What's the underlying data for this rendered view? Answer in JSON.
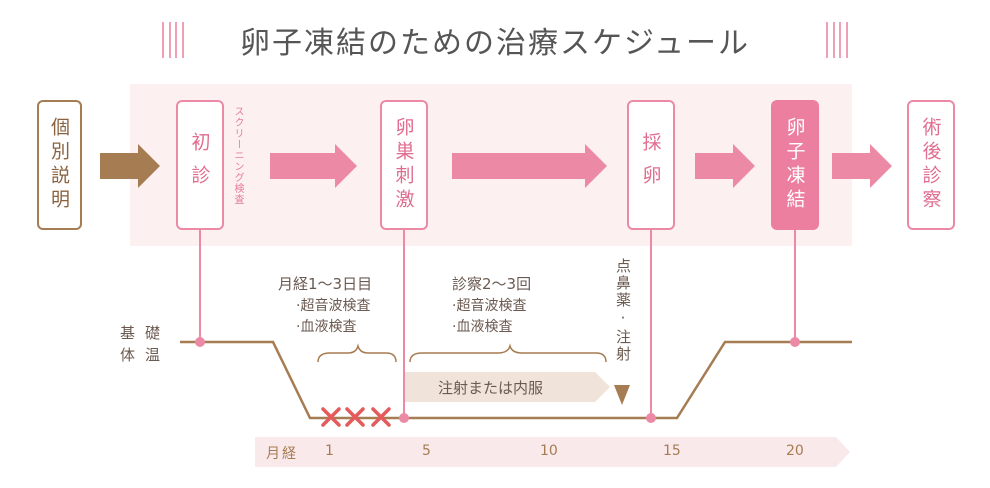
{
  "title": "卵子凍結のための治療スケジュール",
  "steps": {
    "explanation": "個別説明",
    "first_visit": "初診",
    "screening": "スクリーニング検査",
    "stimulation": "卵巣刺激",
    "retrieval": "採卵",
    "freezing": "卵子凍結",
    "post_exam": "術後診察"
  },
  "notes": {
    "period_days": "月経1〜3日目",
    "period_tests": [
      "·超音波検査",
      "·血液検査"
    ],
    "visits": "診察2〜3回",
    "visit_tests": [
      "·超音波検査",
      "·血液検査"
    ],
    "nasal": "点鼻薬·注射",
    "medication": "注射または内服"
  },
  "bbt_label": [
    "基礎",
    "体温"
  ],
  "timeline": {
    "label": "月経",
    "ticks": [
      "1",
      "5",
      "10",
      "15",
      "20"
    ]
  },
  "colors": {
    "pink": "#ec8aa5",
    "pink_fill": "#ec7f9f",
    "brown": "#a67c52",
    "band": "#fdf0f1",
    "cross": "#e35b5b"
  }
}
